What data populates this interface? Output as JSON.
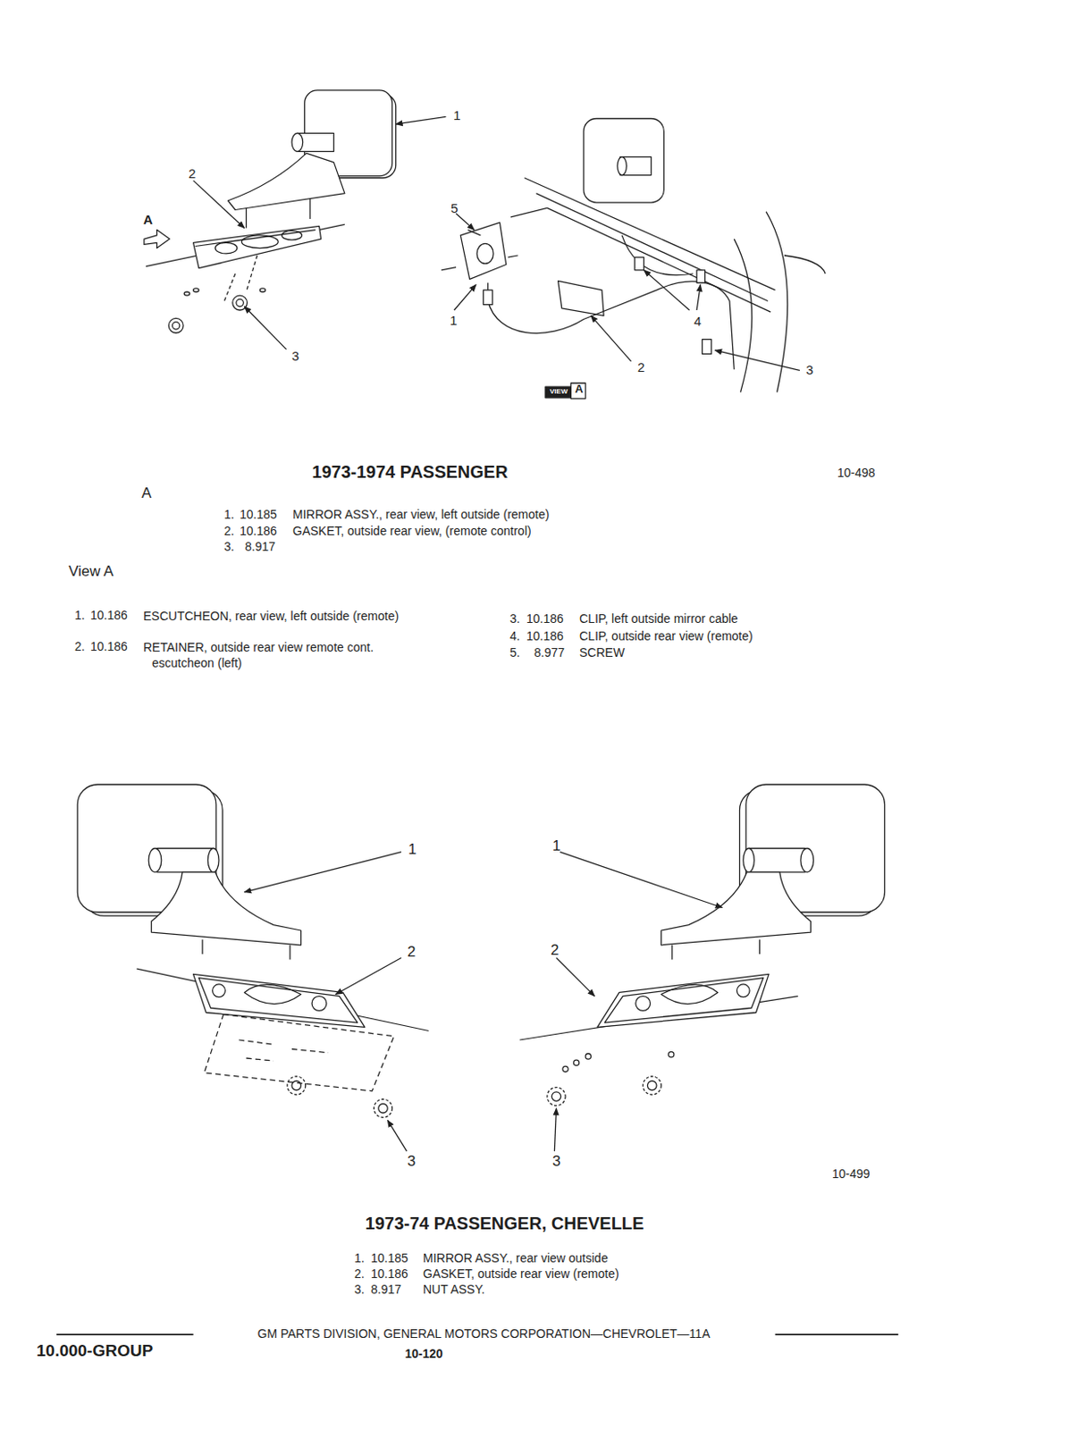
{
  "diagram": {
    "labels": [
      "1",
      "2",
      "A",
      "5",
      "1",
      "3",
      "4",
      "2",
      "3",
      "VIEW",
      "A",
      "1973-1974 PASSENGER",
      "10-498",
      "A",
      "1.",
      "10.185",
      "MIRROR ASSY., rear view, left outside (remote)",
      "2.",
      "10.186",
      "GASKET, outside rear view, (remote control)",
      "3.",
      "8.917",
      "View A",
      "1.",
      "10.186",
      "ESCUTCHEON, rear view, left outside (remote)",
      "2.",
      "10.186",
      "RETAINER, outside rear view remote cont. escutcheon (left)",
      "3.",
      "10.186",
      "CLIP, left outside mirror cable",
      "4.",
      "10.186",
      "CLIP, outside rear view (remote)",
      "5.",
      "8.977",
      "SCREW",
      "1",
      "2",
      "3",
      "1",
      "2",
      "3",
      "10-499",
      "1973-74 PASSENGER, CHEVELLE",
      "1.",
      "10.185",
      "MIRROR ASSY., rear view outside",
      "2.",
      "10.186",
      "GASKET, outside rear view (remote)",
      "3.",
      "8.917",
      "NUT ASSY.",
      "GM PARTS DIVISION, GENERAL MOTORS CORPORATION—CHEVROLET—11A",
      "10.000-GROUP",
      "10-120"
    ]
  }
}
